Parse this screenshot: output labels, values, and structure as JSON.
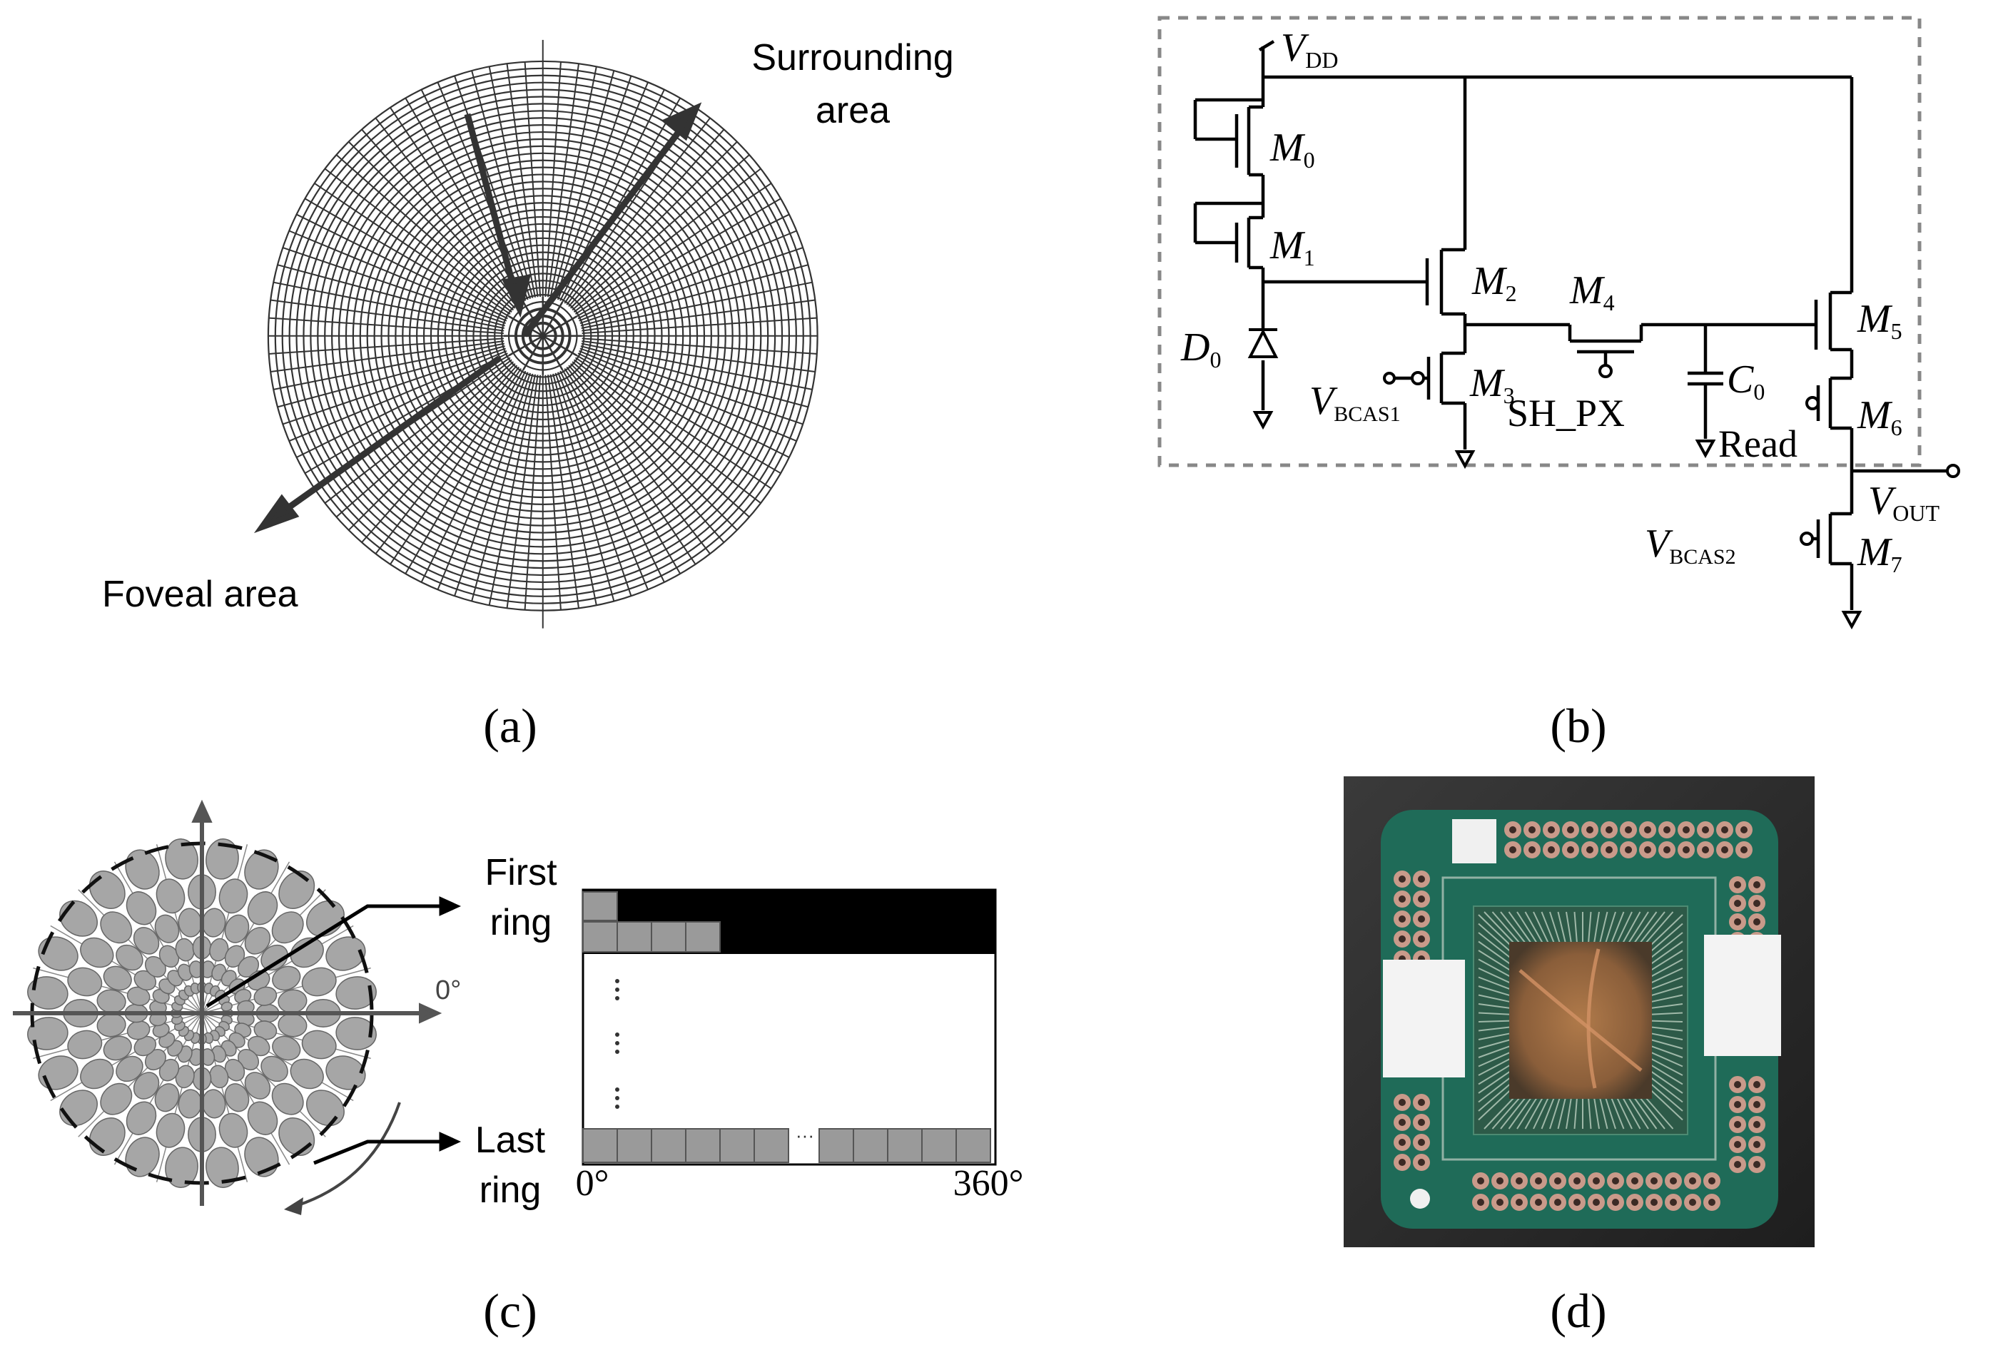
{
  "panel_a": {
    "caption": "(a)",
    "labels": {
      "surrounding_line1": "Surrounding",
      "surrounding_line2": "area",
      "foveal": "Foveal area"
    }
  },
  "panel_b": {
    "caption": "(b)",
    "labels": {
      "vdd": "V",
      "vdd_sub": "DD",
      "m0": "M",
      "m0_sub": "0",
      "m1": "M",
      "m1_sub": "1",
      "m2": "M",
      "m2_sub": "2",
      "m3": "M",
      "m3_sub": "3",
      "m4": "M",
      "m4_sub": "4",
      "m5": "M",
      "m5_sub": "5",
      "m6": "M",
      "m6_sub": "6",
      "m7": "M",
      "m7_sub": "7",
      "d0": "D",
      "d0_sub": "0",
      "c0": "C",
      "c0_sub": "0",
      "vbcas1": "V",
      "vbcas1_sub": "BCAS1",
      "vbcas2": "V",
      "vbcas2_sub": "BCAS2",
      "vout": "V",
      "vout_sub": "OUT",
      "sh_px": "SH_PX",
      "read": "Read"
    }
  },
  "panel_c": {
    "caption": "(c)",
    "labels": {
      "first_line1": "First",
      "first_line2": "ring",
      "last_line1": "Last",
      "last_line2": "ring",
      "zero_deg": "0°",
      "x_start": "0°",
      "x_end": "360°",
      "ellipsis": "···"
    }
  },
  "panel_d": {
    "caption": "(d)"
  },
  "colors": {
    "pcb_green": "#1f6b58",
    "dark_bg": "#2a2a2a",
    "gray_cell": "#9a9a9a"
  }
}
